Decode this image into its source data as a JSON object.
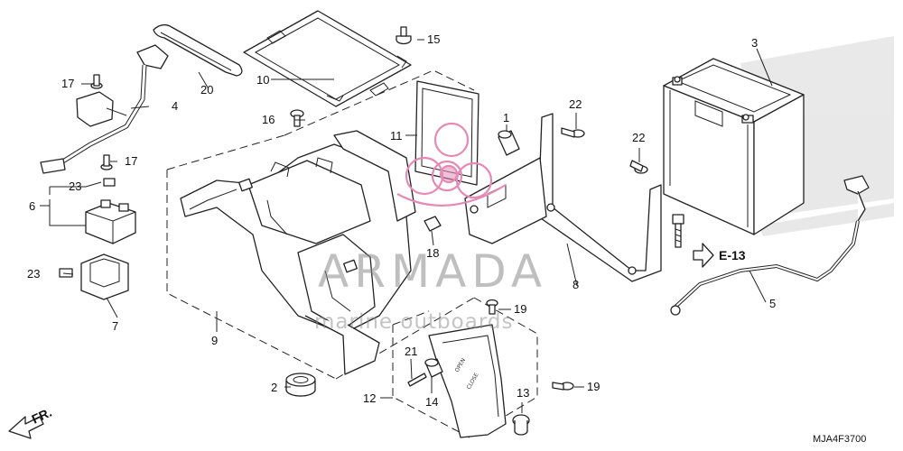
{
  "diagram": {
    "callouts": {
      "c1": "1",
      "c2": "2",
      "c3": "3",
      "c4": "4",
      "c5": "5",
      "c6": "6",
      "c7": "7",
      "c8": "8",
      "c9": "9",
      "c10": "10",
      "c11": "11",
      "c12": "12",
      "c13": "13",
      "c14": "14",
      "c15": "15",
      "c16": "16",
      "c17a": "17",
      "c17b": "17",
      "c18": "18",
      "c19a": "19",
      "c19b": "19",
      "c20": "20",
      "c21": "21",
      "c22a": "22",
      "c22b": "22",
      "c23a": "23",
      "c23b": "23"
    },
    "reference": "E-13",
    "direction": "FR.",
    "drawing_code": "MJA4F3700",
    "cover_marks": {
      "open": "OPEN",
      "close": "CLOSE"
    }
  },
  "watermark": {
    "brand": "ARMADA",
    "tagline": "marine outboards",
    "logo_color": "#e58ab6"
  }
}
